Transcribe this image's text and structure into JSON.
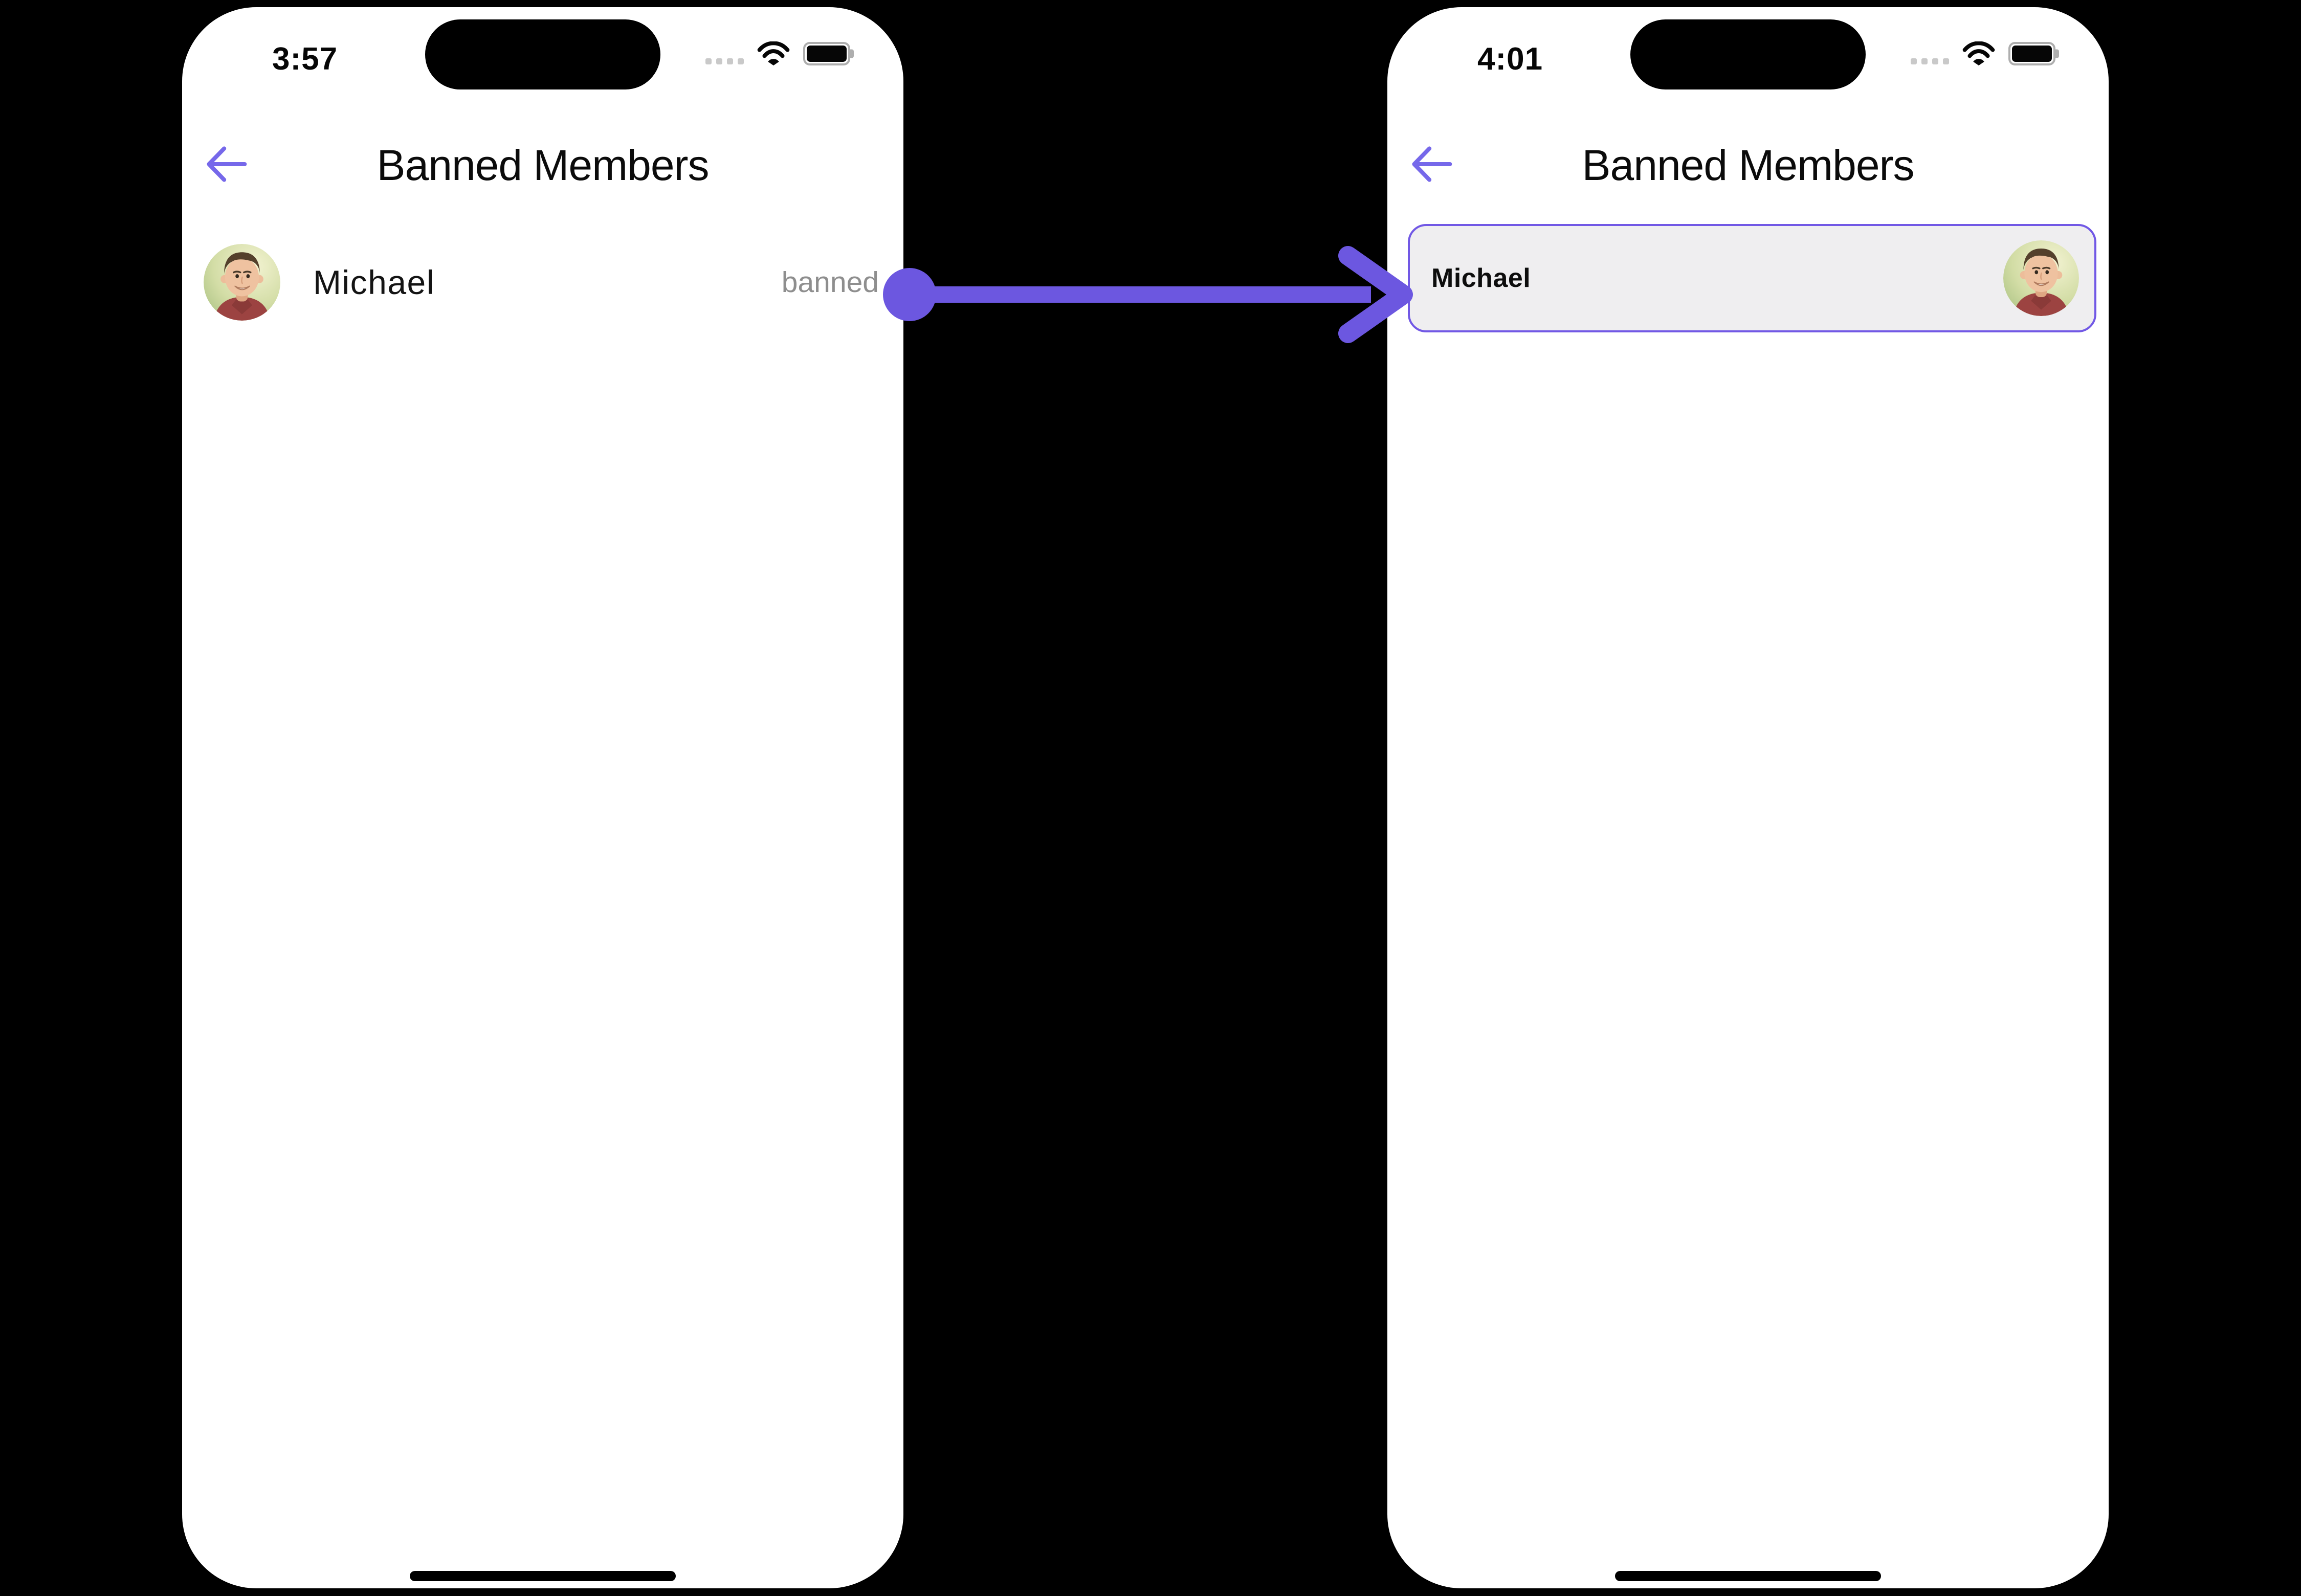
{
  "screens": {
    "before": {
      "status_time": "3:57",
      "title": "Banned Members",
      "member": {
        "name": "Michael",
        "status_label": "banned"
      }
    },
    "after": {
      "status_time": "4:01",
      "title": "Banned Members",
      "member": {
        "name": "Michael"
      }
    }
  },
  "icons": {
    "back": "left-arrow-icon",
    "wifi": "wifi-icon",
    "battery": "battery-icon",
    "cellular": "cellular-signal-dots-icon",
    "connector": "right-arrow-connector",
    "avatar": "michael-profile-photo"
  },
  "colors": {
    "accent_back_arrow": "#7668ea",
    "connector_purple": "#6c57e0",
    "card_border": "#7158e5",
    "card_background": "#efeef0",
    "banned_label_gray": "#8e8e8e",
    "text_primary": "#0b0b0b",
    "phone_background": "#ffffff",
    "page_background": "#000000"
  }
}
